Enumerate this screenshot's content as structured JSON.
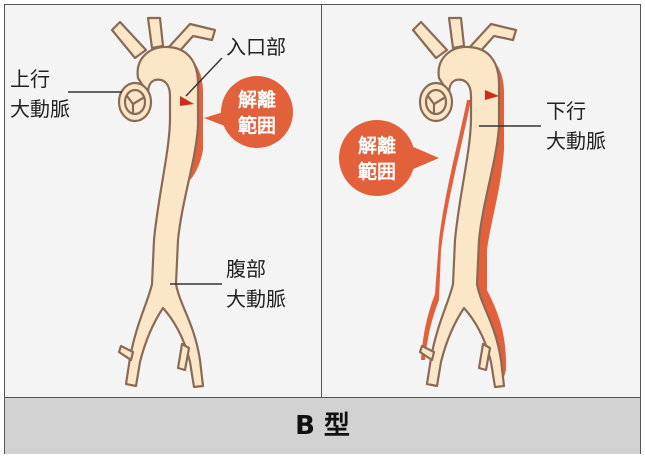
{
  "diagram": {
    "footer_title": "B 型",
    "left_panel": {
      "label_ascending_line1": "上行",
      "label_ascending_line2": "大動脈",
      "label_entry": "入口部",
      "bubble_line1": "解離",
      "bubble_line2": "範囲",
      "label_abdominal_line1": "腹部",
      "label_abdominal_line2": "大動脈"
    },
    "right_panel": {
      "label_descending_line1": "下行",
      "label_descending_line2": "大動脈",
      "bubble_line1": "解離",
      "bubble_line2": "範囲"
    },
    "colors": {
      "vessel_fill": "#fbe6c8",
      "vessel_outline": "#8a6a55",
      "dissection": "#e2603a",
      "entry_marker": "#d42a1e",
      "footer_bar": "#d2d2d2"
    }
  }
}
